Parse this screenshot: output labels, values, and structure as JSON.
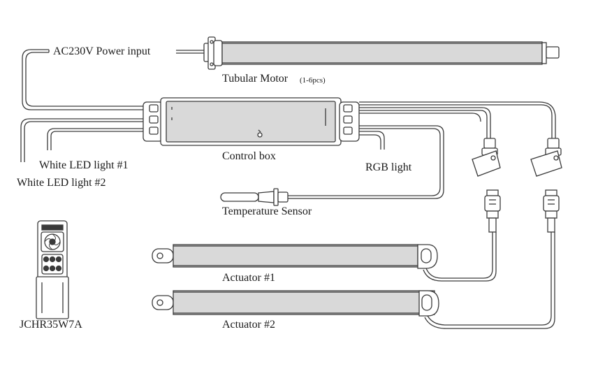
{
  "labels": {
    "power_input": "AC230V Power input",
    "tubular_motor": "Tubular Motor",
    "tubular_motor_qty": "(1-6pcs)",
    "control_box": "Control box",
    "rgb_light": "RGB light",
    "white_led_1": "White LED light #1",
    "white_led_2": "White LED light #2",
    "temperature_sensor": "Temperature Sensor",
    "actuator_1": "Actuator #1",
    "actuator_2": "Actuator #2",
    "remote_model": "JCHR35W7A"
  },
  "colors": {
    "line": "#3a3a3a",
    "device_fill": "#d9d9d9",
    "background": "#ffffff"
  }
}
